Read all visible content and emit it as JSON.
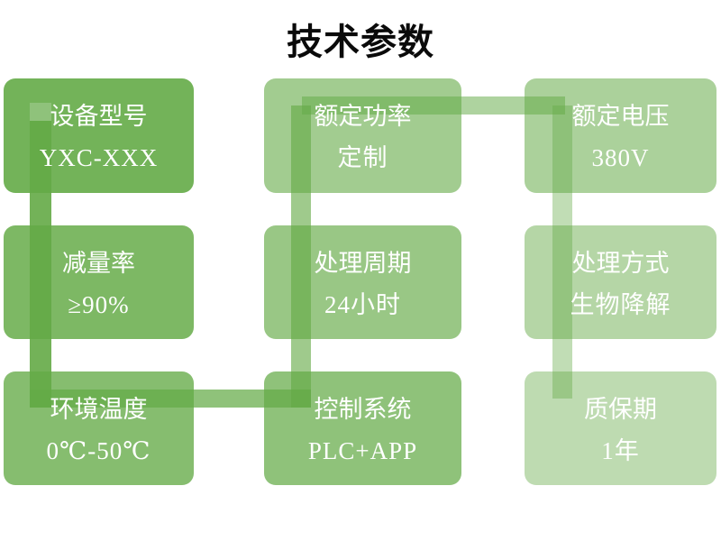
{
  "slide": {
    "title": "技术参数",
    "background_color": "#ffffff",
    "title_color": "#0a0a0a",
    "text_color": "#ffffff",
    "connector_base_color": "#64aa46"
  },
  "boxes": [
    {
      "id": "device-model",
      "label": "设备型号",
      "value": "YXC-XXX",
      "color": "#73b359"
    },
    {
      "id": "reduction-rate",
      "label": "减量率",
      "value": "≥90%",
      "color": "#7db864"
    },
    {
      "id": "ambient-temperature",
      "label": "环境温度",
      "value": "0℃-50℃",
      "color": "#86bd6f"
    },
    {
      "id": "control-system",
      "label": "控制系统",
      "value": "PLC+APP",
      "color": "#8fc27a"
    },
    {
      "id": "processing-cycle",
      "label": "处理周期",
      "value": "24小时",
      "color": "#99c785"
    },
    {
      "id": "rated-power",
      "label": "额定功率",
      "value": "定制",
      "color": "#a2cc90"
    },
    {
      "id": "rated-voltage",
      "label": "额定电压",
      "value": "380V",
      "color": "#abd19b"
    },
    {
      "id": "processing-method",
      "label": "处理方式",
      "value": "生物降解",
      "color": "#b5d6a6"
    },
    {
      "id": "warranty",
      "label": "质保期",
      "value": "1年",
      "color": "#bedbb1"
    }
  ]
}
